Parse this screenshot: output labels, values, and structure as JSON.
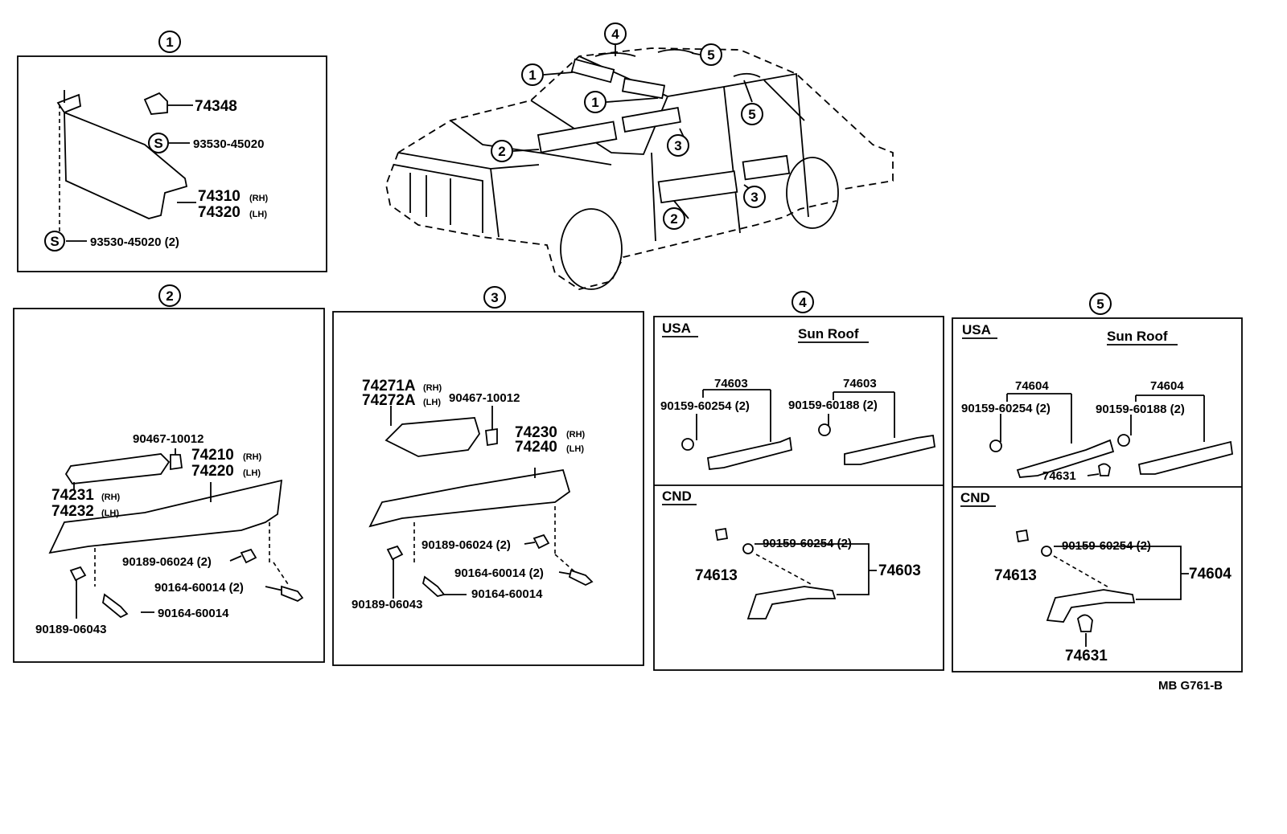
{
  "callouts": [
    "1",
    "2",
    "3",
    "4",
    "5"
  ],
  "fastener_mark": "S",
  "panel1": {
    "parts": {
      "clip": "74348",
      "screw_top": "93530-45020",
      "visor_rh": "74310",
      "visor_lh": "74320",
      "screw_bottom": "93530-45020 (2)"
    }
  },
  "panel2": {
    "parts": {
      "screw_nut": "90467-10012",
      "pad_rh": "74210",
      "pad_lh": "74220",
      "cover_rh": "74231",
      "cover_lh": "74232",
      "nut_pair": "90189-06024 (2)",
      "bolt_pair": "90164-60014 (2)",
      "bolt": "90164-60014",
      "nut": "90189-06043"
    }
  },
  "panel3": {
    "parts": {
      "cover_rh": "74271A",
      "cover_lh": "74272A",
      "screw_nut": "90467-10012",
      "pad_rh": "74230",
      "pad_lh": "74240",
      "nut_pair": "90189-06024 (2)",
      "bolt_pair": "90164-60014 (2)",
      "bolt": "90164-60014",
      "nut": "90189-06043"
    }
  },
  "panel4": {
    "usa": "USA",
    "sunroof": "Sun Roof",
    "cnd": "CND",
    "parts": {
      "grip_a": "74603",
      "screw_a": "90159-60254 (2)",
      "grip_b": "74603",
      "screw_b": "90159-60188 (2)",
      "cnd_grip": "74603",
      "cnd_screw": "90159-60254 (2)",
      "cnd_cap": "74613"
    }
  },
  "panel5": {
    "usa": "USA",
    "sunroof": "Sun Roof",
    "cnd": "CND",
    "parts": {
      "grip_a": "74604",
      "screw_a": "90159-60254 (2)",
      "grip_b": "74604",
      "screw_b": "90159-60188 (2)",
      "hook": "74631",
      "cnd_grip": "74604",
      "cnd_screw": "90159-60254 (2)",
      "cnd_cap": "74613",
      "cnd_hook": "74631"
    }
  },
  "side": {
    "rh": "(RH)",
    "lh": "(LH)"
  },
  "footer": "MB  G761-B"
}
